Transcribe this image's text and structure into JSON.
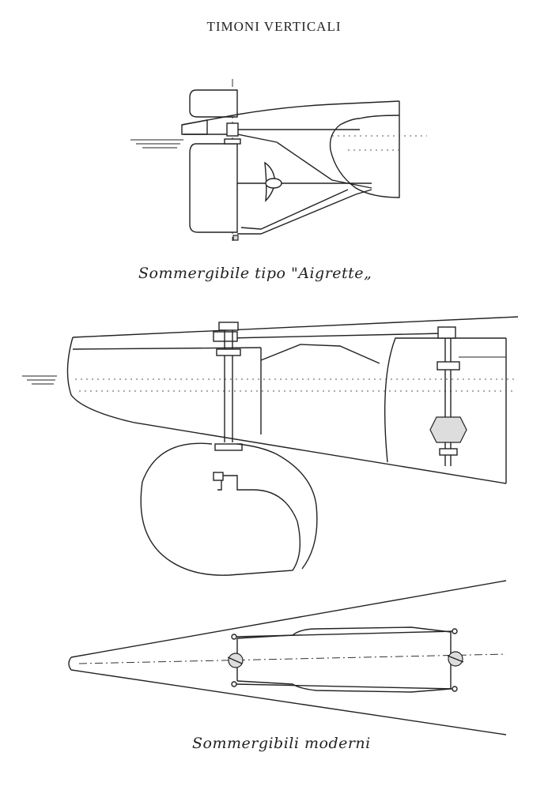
{
  "page": {
    "title": "TIMONI VERTICALI"
  },
  "figures": [
    {
      "id": "aigrette",
      "caption": "Sommergibile tipo \"Aigrette„"
    },
    {
      "id": "moderni-side",
      "caption": ""
    },
    {
      "id": "moderni-plan",
      "caption": "Sommergibili moderni"
    }
  ]
}
